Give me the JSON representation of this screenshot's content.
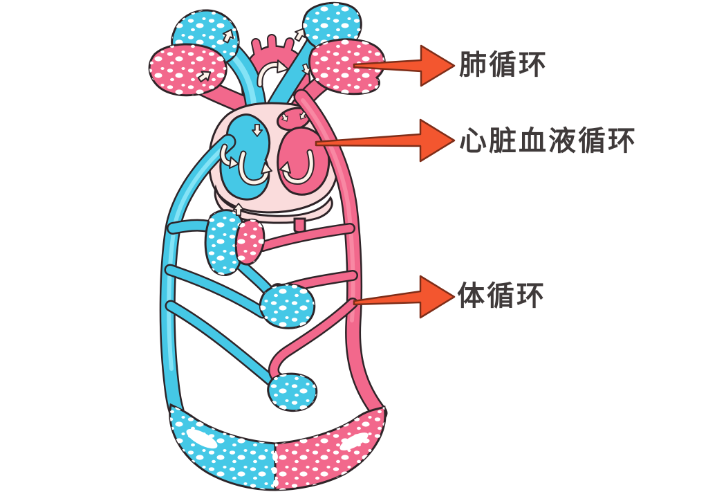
{
  "labels": {
    "pulmonary": "肺循环",
    "heart": "心脏血液循环",
    "systemic": "体循环"
  },
  "colors": {
    "vein_blue": "#45C8E6",
    "vein_blue_light": "#8FE8F8",
    "artery_pink": "#F2688C",
    "artery_pink_light": "#F990A9",
    "heart_pale": "#FADCDC",
    "arrow_orange": "#F3562F",
    "arrow_outline": "#7E2D18",
    "vessel_outline": "#2E2428",
    "label_text": "#3F3A3A",
    "background": "#FFFFFF"
  }
}
